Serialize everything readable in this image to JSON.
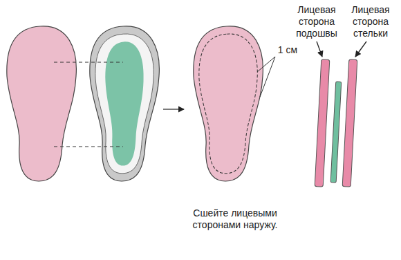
{
  "diagram": {
    "caption": "Сшейте лицевыми сторонами наружу.",
    "labels": [
      "Лицевая сторона подошвы",
      "Лицевая сторона стельки",
      "1 см"
    ]
  }
}
